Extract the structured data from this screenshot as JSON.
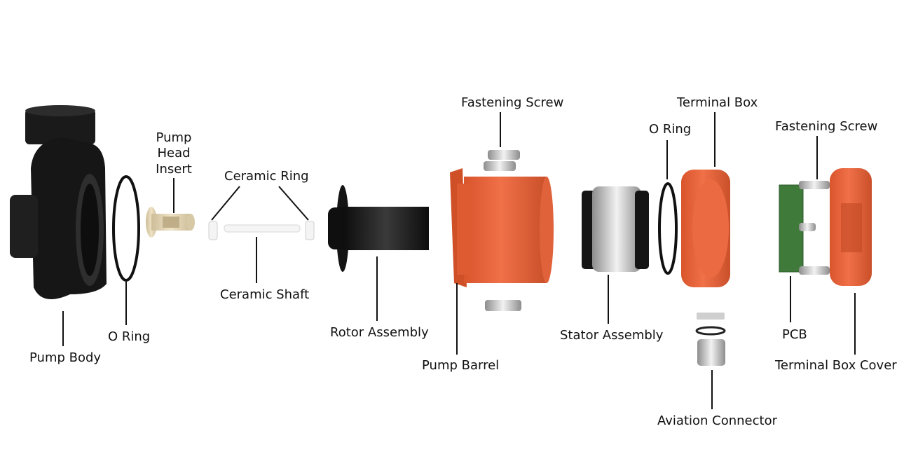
{
  "diagram": {
    "labels": {
      "pump_body": "Pump Body",
      "o_ring_1": "O Ring",
      "pump_head_insert_1": "Pump",
      "pump_head_insert_2": "Head",
      "pump_head_insert_3": "Insert",
      "ceramic_ring": "Ceramic Ring",
      "ceramic_shaft": "Ceramic Shaft",
      "rotor_assembly": "Rotor Assembly",
      "fastening_screw_1": "Fastening Screw",
      "pump_barrel": "Pump Barrel",
      "stator_assembly": "Stator Assembly",
      "o_ring_2": "O Ring",
      "terminal_box": "Terminal Box",
      "aviation_connector": "Aviation Connector",
      "fastening_screw_2": "Fastening Screw",
      "pcb": "PCB",
      "terminal_box_cover": "Terminal Box Cover"
    },
    "colors": {
      "orange": "#e8643a",
      "orange_dark": "#c24a24",
      "black_part": "#1c1c1c",
      "beige": "#e3d6b8",
      "pcb_green": "#3f7a3a",
      "silver": "#c9c9c9",
      "leader": "#111111"
    }
  }
}
